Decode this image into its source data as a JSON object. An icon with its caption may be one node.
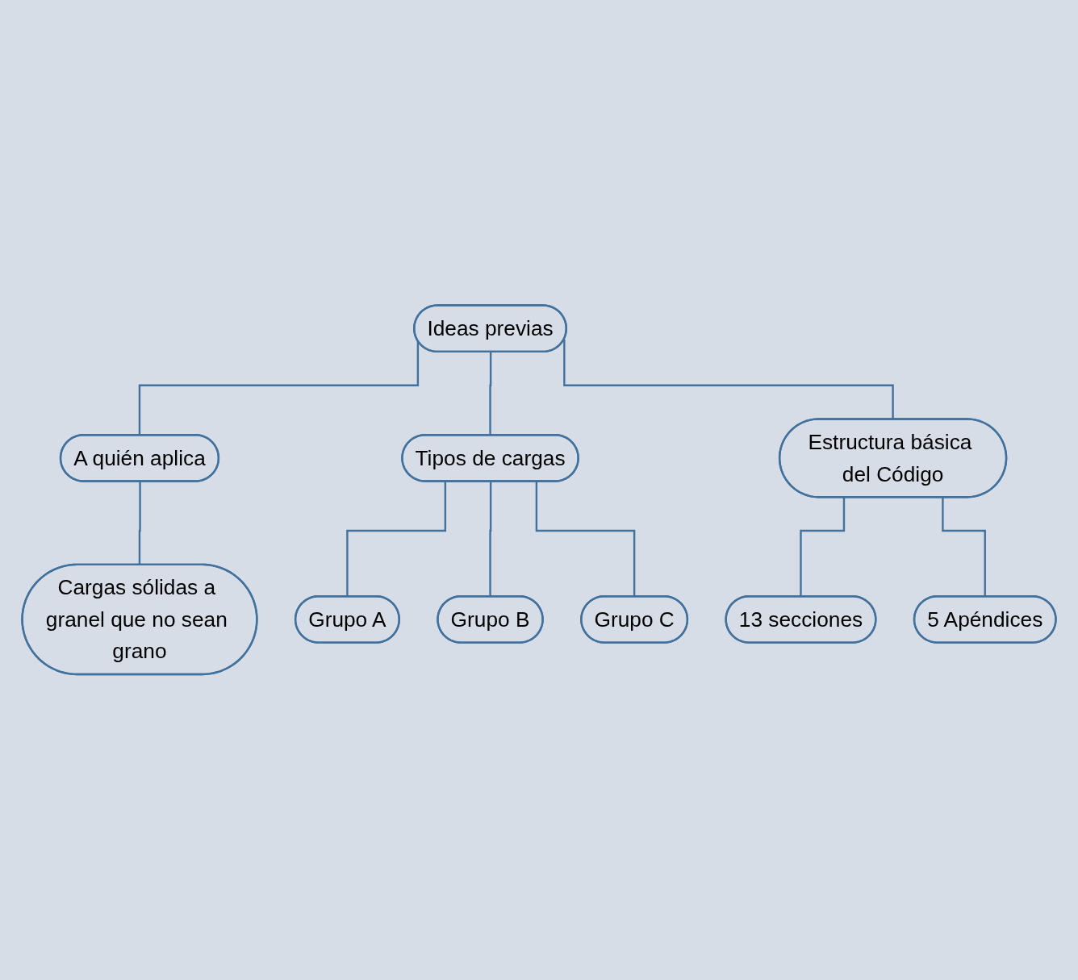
{
  "diagram": {
    "nodes": [
      {
        "text": [
          "Ideas previas"
        ]
      },
      {
        "text": [
          "A quién aplica"
        ]
      },
      {
        "text": [
          "Tipos de cargas"
        ]
      },
      {
        "text": [
          "Estructura básica del Código"
        ]
      },
      {
        "text": [
          "Cargas sólidas a granel que no sean grano"
        ]
      },
      {
        "text": [
          "Grupo A"
        ]
      },
      {
        "text": [
          "Grupo B"
        ]
      },
      {
        "text": [
          "Grupo C"
        ]
      },
      {
        "text": [
          "13 secciones"
        ]
      },
      {
        "text": [
          "5 Apéndices"
        ]
      }
    ],
    "edges": [
      {
        "from": 0,
        "to": 1,
        "arrow": "none"
      },
      {
        "from": 0,
        "to": 2,
        "arrow": "none"
      },
      {
        "from": 0,
        "to": 3,
        "arrow": "none"
      },
      {
        "from": 1,
        "to": 4,
        "arrow": "none"
      },
      {
        "from": 2,
        "to": 5,
        "arrow": "none"
      },
      {
        "from": 2,
        "to": 6,
        "arrow": "none"
      },
      {
        "from": 2,
        "to": 7,
        "arrow": "none"
      },
      {
        "from": 3,
        "to": 8,
        "arrow": "none"
      },
      {
        "from": 3,
        "to": 9,
        "arrow": "none"
      }
    ]
  }
}
